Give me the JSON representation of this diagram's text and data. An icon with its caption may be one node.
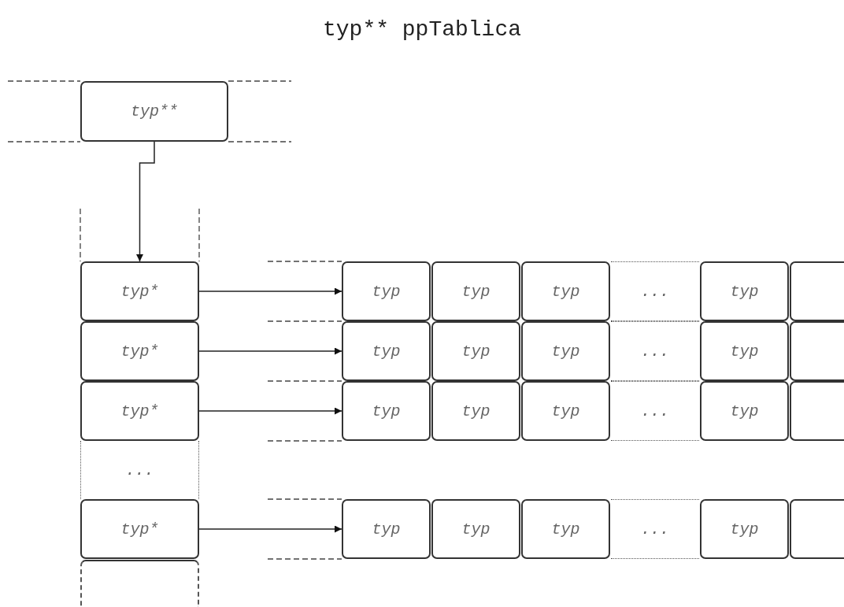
{
  "diagram": {
    "title": "typ** ppTablica",
    "nodes": [
      {
        "text": [
          "typ**"
        ]
      },
      {
        "text": [
          "typ*"
        ]
      },
      {
        "text": [
          "typ"
        ]
      },
      {
        "text": [
          "typ"
        ]
      },
      {
        "text": [
          "typ"
        ]
      },
      {
        "text": [
          "..."
        ]
      },
      {
        "text": [
          "typ"
        ]
      },
      {
        "text": [],
        "shape": "box"
      },
      {
        "text": [
          "typ*"
        ]
      },
      {
        "text": [
          "typ"
        ]
      },
      {
        "text": [
          "typ"
        ]
      },
      {
        "text": [
          "typ"
        ]
      },
      {
        "text": [
          "..."
        ]
      },
      {
        "text": [
          "typ"
        ]
      },
      {
        "text": [],
        "shape": "box"
      },
      {
        "text": [
          "typ*"
        ]
      },
      {
        "text": [
          "typ"
        ]
      },
      {
        "text": [
          "typ"
        ]
      },
      {
        "text": [
          "typ"
        ]
      },
      {
        "text": [
          "..."
        ]
      },
      {
        "text": [
          "typ"
        ]
      },
      {
        "text": [],
        "shape": "box"
      },
      {
        "text": [
          "..."
        ]
      },
      {
        "text": [
          "typ*"
        ]
      },
      {
        "text": [
          "typ"
        ]
      },
      {
        "text": [
          "typ"
        ]
      },
      {
        "text": [
          "typ"
        ]
      },
      {
        "text": [
          "..."
        ]
      },
      {
        "text": [
          "typ"
        ]
      },
      {
        "text": [],
        "shape": "box"
      },
      {
        "text": [],
        "shape": "box"
      }
    ],
    "edges": [
      {
        "from": 0,
        "to": 1,
        "arrow": "to"
      },
      {
        "from": 1,
        "to": 2,
        "arrow": "to"
      },
      {
        "from": 8,
        "to": 9,
        "arrow": "to"
      },
      {
        "from": 15,
        "to": 16,
        "arrow": "to"
      },
      {
        "from": 23,
        "to": 24,
        "arrow": "to"
      }
    ]
  }
}
